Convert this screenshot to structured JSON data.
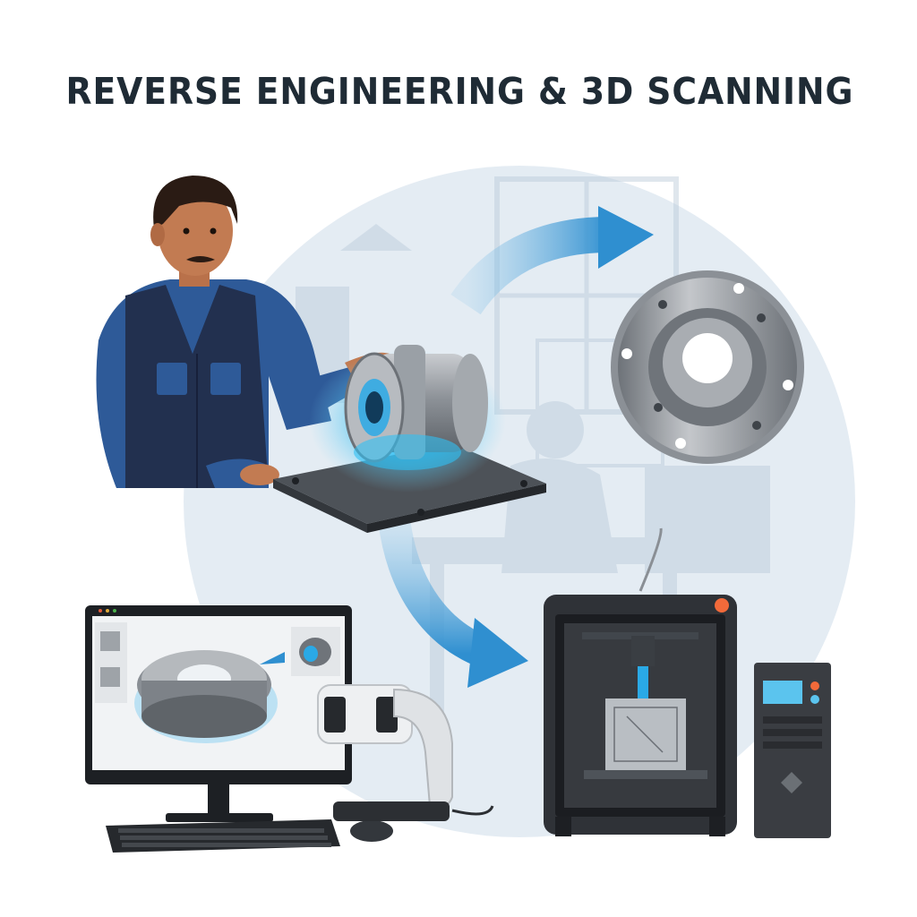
{
  "title": "REVERSE ENGINEERING & 3D SCANNING",
  "colors": {
    "title_text": "#1f2b35",
    "scan_glow": "#22b8ef",
    "arrow_blue": "#2f8fd0",
    "backdrop": "#dfe8f0",
    "shirt_blue": "#2e5a98",
    "vest_navy": "#22304f",
    "metal_gray": "#8a8f96",
    "printer_body": "#2f3237",
    "printer_accent": "#f26a3a",
    "tower_screen": "#5bc4ee"
  },
  "scene": {
    "technician": {
      "icon": "technician-figure"
    },
    "scanned_part": {
      "icon": "cylindrical-metal-part"
    },
    "digital_model": {
      "icon": "flange-3d-model"
    },
    "computer": {
      "icon": "desktop-monitor-with-cad-software"
    },
    "handheld_scanner": {
      "icon": "3d-scanner-device"
    },
    "printer": {
      "icon": "3d-printer"
    },
    "pc_tower": {
      "icon": "computer-tower"
    }
  }
}
